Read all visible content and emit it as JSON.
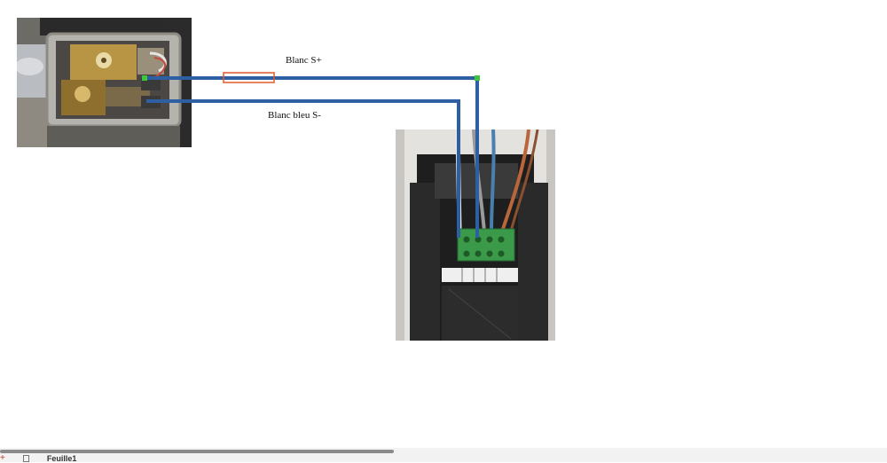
{
  "diagram": {
    "labels": {
      "wire_positive": "Blanc S+",
      "wire_negative": "Blanc bleu S-"
    },
    "colors": {
      "wire": "#2f5fa3",
      "fuse": "#e05a2b",
      "junction": "#3ec43e",
      "terminal_block": "#3a9a4a"
    },
    "photos": [
      {
        "subject": "opened electrical junction box with relay contacts"
      },
      {
        "subject": "intercom module with green terminal block"
      }
    ]
  },
  "sheet_bar": {
    "tab_label": "Feuille1",
    "add_icon": "plus-icon",
    "sheet_icon": "document-icon"
  }
}
